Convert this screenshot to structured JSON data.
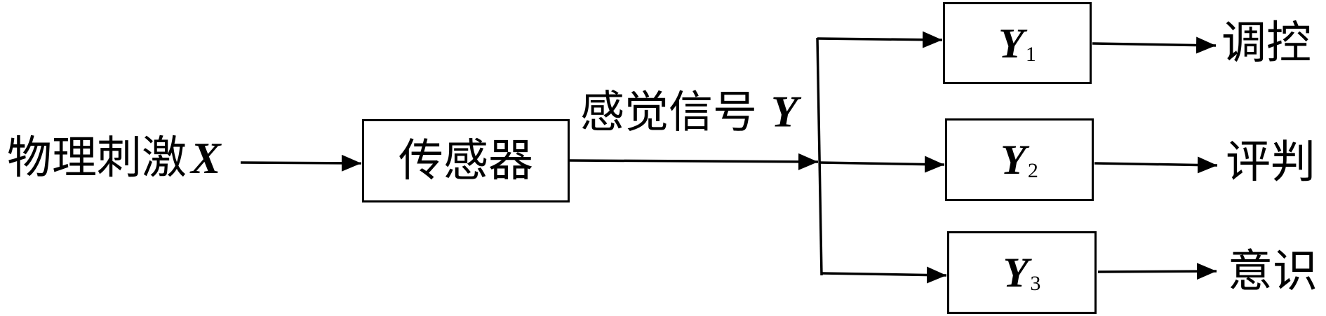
{
  "input": {
    "label": "物理刺激",
    "variable": "X"
  },
  "sensor": {
    "label": "传感器"
  },
  "signal": {
    "label": "感觉信号",
    "variable": "Y"
  },
  "branches": [
    {
      "variable": "Y",
      "subscript": "1",
      "output": "调控"
    },
    {
      "variable": "Y",
      "subscript": "2",
      "output": "评判"
    },
    {
      "variable": "Y",
      "subscript": "3",
      "output": "意识"
    }
  ],
  "colors": {
    "stroke": "#000000",
    "background": "#ffffff"
  }
}
